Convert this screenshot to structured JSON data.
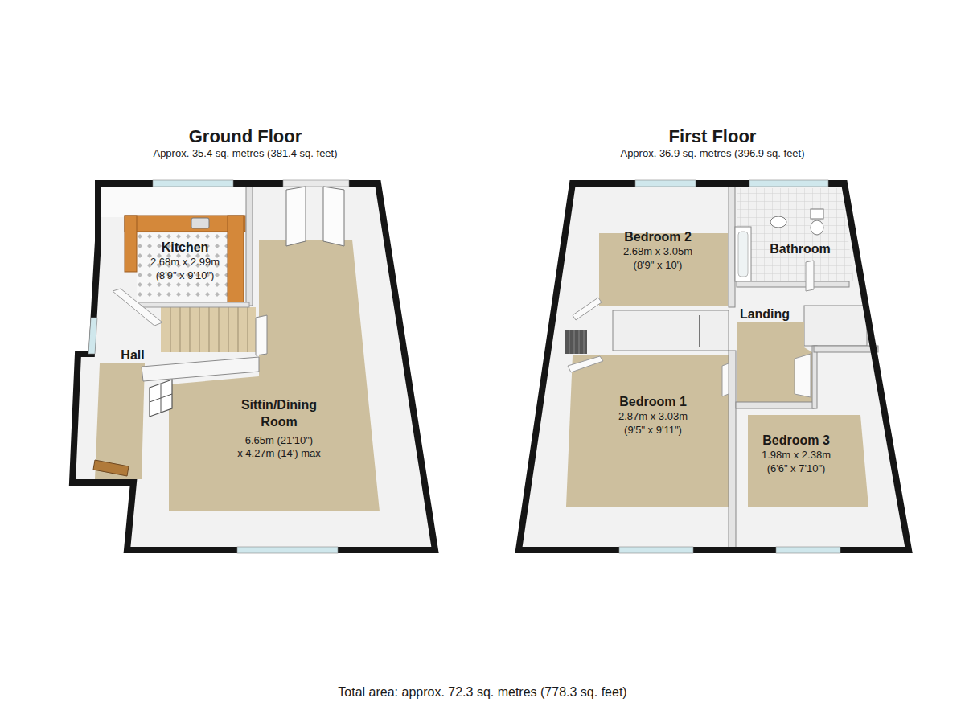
{
  "diagram": {
    "caption": "Total area: approx. 72.3 sq. metres (778.3 sq. feet)",
    "nodes": [
      {
        "text": [
          "Ground Floor",
          "Approx. 35.4 sq. metres (381.4 sq. feet)"
        ]
      },
      {
        "text": [
          "Kitchen",
          "2.68m x 2.99m",
          "(8'9\" x 9'10\")"
        ],
        "in": 0
      },
      {
        "text": [
          "Hall"
        ],
        "in": 0
      },
      {
        "text": [
          "Sittin/Dining Room",
          "6.65m (21'10\")",
          "x 4.27m (14') max"
        ],
        "in": 0
      },
      {
        "text": [
          "First Floor",
          "Approx. 36.9 sq. metres (396.9 sq. feet)"
        ]
      },
      {
        "text": [
          "Bedroom 2",
          "2.68m x 3.05m",
          "(8'9\" x 10')"
        ],
        "in": 4
      },
      {
        "text": [
          "Bathroom"
        ],
        "in": 4
      },
      {
        "text": [
          "Landing"
        ],
        "in": 4
      },
      {
        "text": [
          "Bedroom 1",
          "2.87m x 3.03m",
          "(9'5\" x 9'11\")"
        ],
        "in": 4
      },
      {
        "text": [
          "Bedroom 3",
          "1.98m x 2.38m",
          "(6'6\" x 7'10\")"
        ],
        "in": 4
      }
    ]
  }
}
